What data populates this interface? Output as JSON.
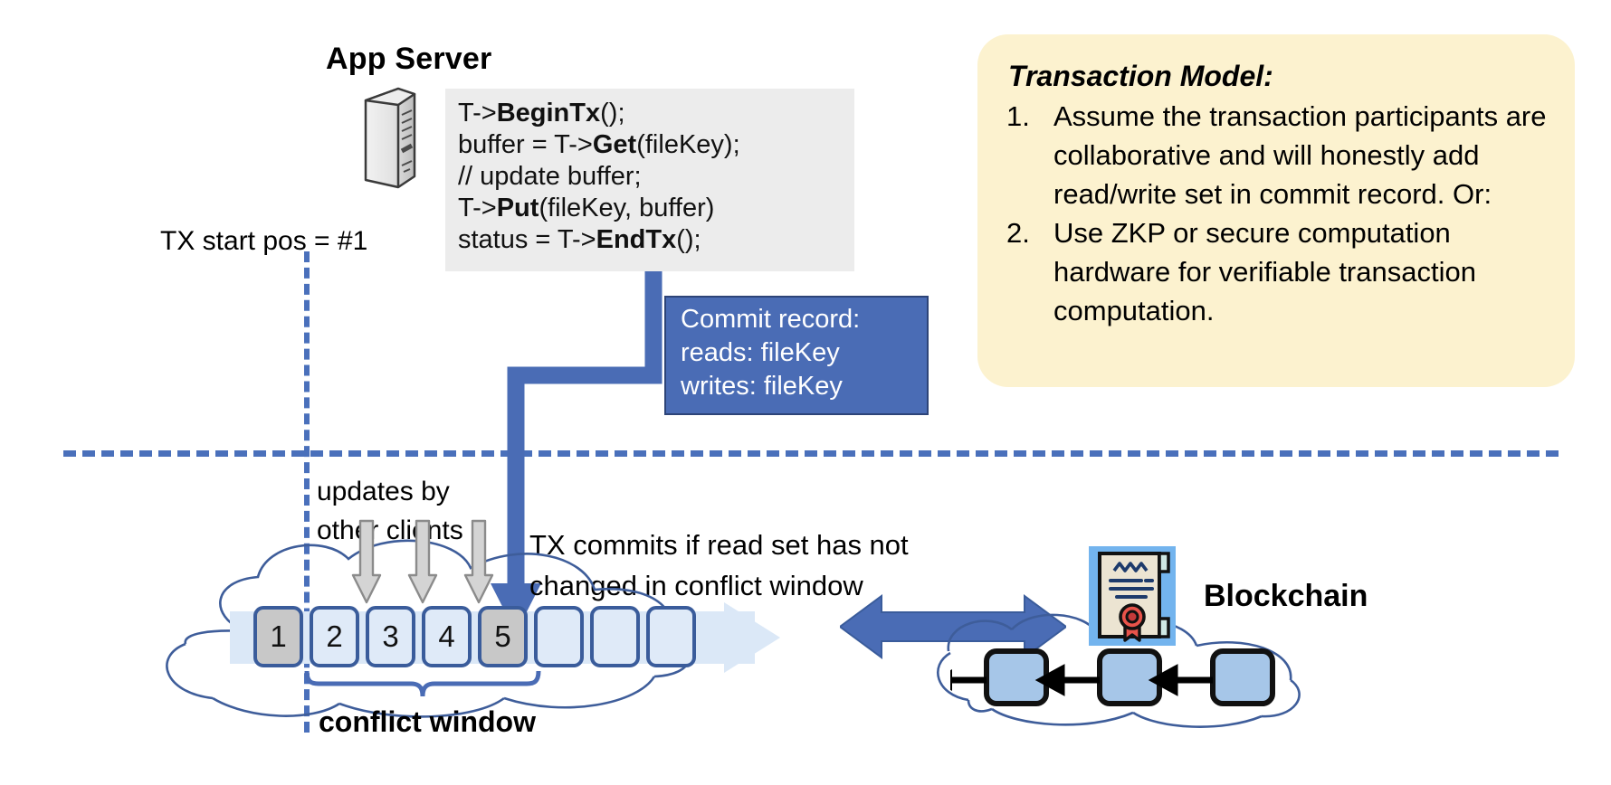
{
  "app_server": {
    "title": "App Server",
    "icon": "server-tower-icon",
    "code_lines": [
      {
        "plain_before": "T->",
        "bold": "BeginTx",
        "plain_after": "();"
      },
      {
        "plain_before": "buffer = T->",
        "bold": "Get",
        "plain_after": "(fileKey);"
      },
      {
        "plain_before": "// update buffer;",
        "bold": "",
        "plain_after": ""
      },
      {
        "plain_before": "T->",
        "bold": "Put",
        "plain_after": "(fileKey, buffer)"
      },
      {
        "plain_before": "status = T->",
        "bold": "EndTx",
        "plain_after": "();"
      }
    ]
  },
  "tx_start": {
    "label": "TX start pos = #1"
  },
  "commit_record": {
    "lines": [
      "Commit record:",
      "reads: fileKey",
      "writes: fileKey"
    ],
    "bg_color": "#4a6cb5",
    "text_color": "#ffffff"
  },
  "transaction_model": {
    "title": "Transaction Model:",
    "bg_color": "#fcf2cf",
    "items": [
      {
        "num": "1.",
        "text": "Assume the transaction participants are collaborative and will honestly add read/write set in commit record.  Or:"
      },
      {
        "num": "2.",
        "text": "Use ZKP or secure computation hardware for verifiable transaction computation."
      }
    ]
  },
  "log": {
    "updates_label": "updates by\nother clients",
    "updates_label_lines": [
      "updates by",
      "other clients"
    ],
    "commit_note_lines": [
      "TX commits if read set has not",
      "changed in conflict window"
    ],
    "blocks": [
      {
        "label": "1",
        "state": "filled"
      },
      {
        "label": "2",
        "state": "empty"
      },
      {
        "label": "3",
        "state": "empty"
      },
      {
        "label": "4",
        "state": "empty"
      },
      {
        "label": "5",
        "state": "filled"
      },
      {
        "label": "",
        "state": "empty"
      },
      {
        "label": "",
        "state": "empty"
      },
      {
        "label": "",
        "state": "empty"
      }
    ],
    "conflict_window_label": "conflict window",
    "block_border_color": "#3a5c9b",
    "block_fill_color": "#dfeaf8",
    "block_filled_color": "#c8c8c8"
  },
  "blockchain": {
    "label": "Blockchain",
    "cert_icon": "certificate-icon",
    "chain_block_count": 3,
    "accent_color": "#4a6cb5"
  }
}
